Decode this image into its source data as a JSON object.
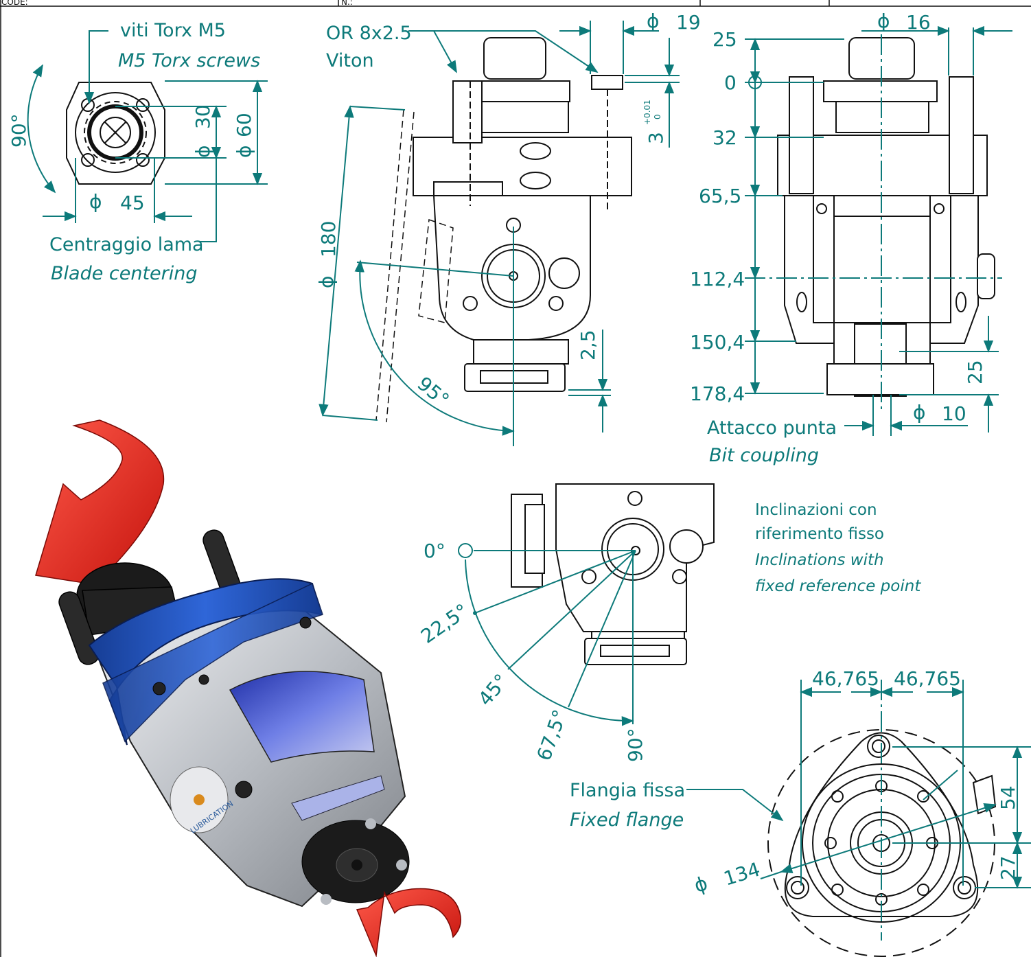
{
  "colors": {
    "annotation": "#0d7a7a",
    "outline": "#111111",
    "body_silver": "#cfd2d6",
    "flange_blue": "#1f4fb8",
    "arrow_red": "#e0201a",
    "black_part": "#1b1b1b"
  },
  "header": {
    "left_text": "CODE:",
    "middle_text": "N.:"
  },
  "top_view": {
    "screws_it": "viti Torx M5",
    "screws_en": "M5 Torx screws",
    "angle": "90°",
    "dia_30": "30",
    "dia_60": "60",
    "dia_45": "45",
    "centering_it": "Centraggio lama",
    "centering_en": "Blade centering"
  },
  "side_view": {
    "oring_it": "OR 8x2.5",
    "oring_en": "Viton",
    "dia_19": "19",
    "tol_upper": "+0.01",
    "tol_lower": "0",
    "dim_3": "3",
    "dia_180": "180",
    "dim_2_5": "2,5",
    "angle_95": "95°"
  },
  "front_view": {
    "dia_16": "16",
    "levels": [
      "25",
      "0",
      "32",
      "65,5",
      "112,4",
      "150,4",
      "178,4"
    ],
    "dim_25": "25",
    "dia_10": "10",
    "bit_it": "Attacco punta",
    "bit_en": "Bit coupling"
  },
  "inclination_view": {
    "angles": [
      "0°",
      "22,5°",
      "45°",
      "67,5°",
      "90°"
    ],
    "note_it_1": "Inclinazioni con",
    "note_it_2": "riferimento fisso",
    "note_en_1": "Inclinations with",
    "note_en_2": "fixed reference point"
  },
  "flange_view": {
    "dim_a": "46,765",
    "dim_b": "46,765",
    "dim_54": "54",
    "dim_27": "27",
    "dia_134": "134",
    "flange_it": "Flangia fissa",
    "flange_en": "Fixed flange"
  },
  "iso_view": {
    "lubrication": "LUBRICATION"
  }
}
